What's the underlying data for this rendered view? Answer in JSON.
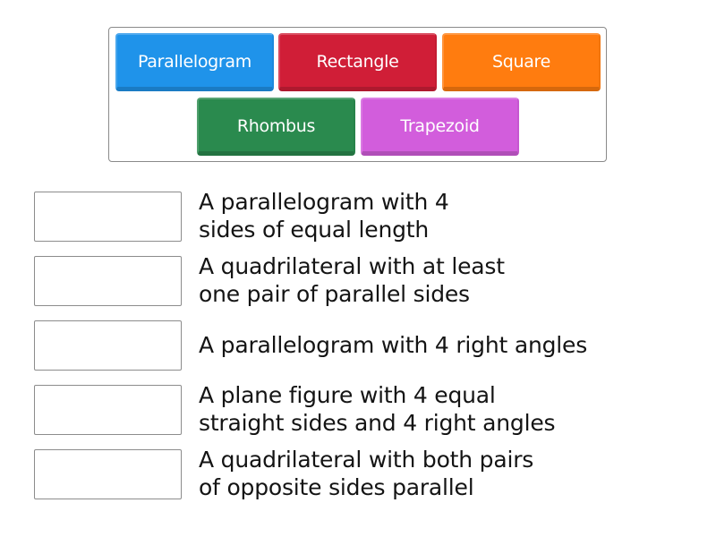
{
  "word_bank": {
    "tiles": [
      {
        "label": "Parallelogram",
        "color": "#1f93ea"
      },
      {
        "label": "Rectangle",
        "color": "#d01e37"
      },
      {
        "label": "Square",
        "color": "#ff7c0f"
      },
      {
        "label": "Rhombus",
        "color": "#2a8a4e"
      },
      {
        "label": "Trapezoid",
        "color": "#d25ddc"
      }
    ]
  },
  "matches": [
    {
      "answer": "",
      "description": "A parallelogram with 4\nsides of equal length"
    },
    {
      "answer": "",
      "description": "A quadrilateral with at least\none pair of parallel sides"
    },
    {
      "answer": "",
      "description": "A parallelogram with 4 right angles"
    },
    {
      "answer": "",
      "description": "A plane figure with 4 equal\nstraight sides and 4 right angles"
    },
    {
      "answer": "",
      "description": "A quadrilateral with both pairs\nof opposite sides parallel"
    }
  ]
}
